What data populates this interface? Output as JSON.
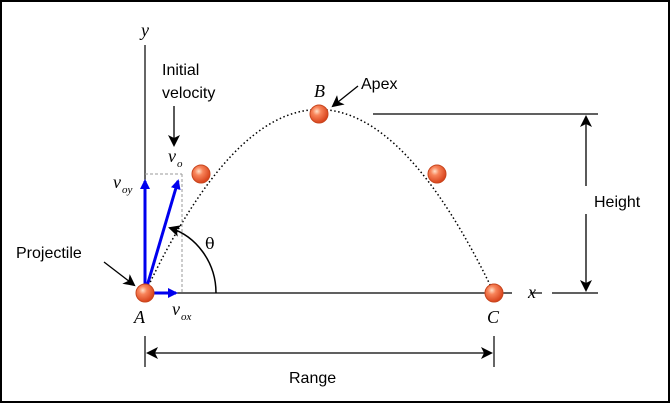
{
  "labels": {
    "y_axis": "y",
    "x_axis": "x",
    "initial_velocity_line1": "Initial",
    "initial_velocity_line2": "velocity",
    "point_a": "A",
    "point_b": "B",
    "point_c": "C",
    "apex": "Apex",
    "height": "Height",
    "range": "Range",
    "projectile": "Projectile",
    "theta": "θ",
    "v_main": "v",
    "v_o_sub": "o",
    "v_oy_main": "v",
    "v_oy_sub": "oy",
    "v_ox_main": "v",
    "v_ox_sub": "ox"
  },
  "colors": {
    "vector": "#0000ee",
    "ball_fill": "#ef5a32",
    "ball_outline": "#b53a1a",
    "ball_highlight": "#ffd3b8",
    "line": "#000000",
    "guide": "#999999",
    "border": "#000000"
  }
}
